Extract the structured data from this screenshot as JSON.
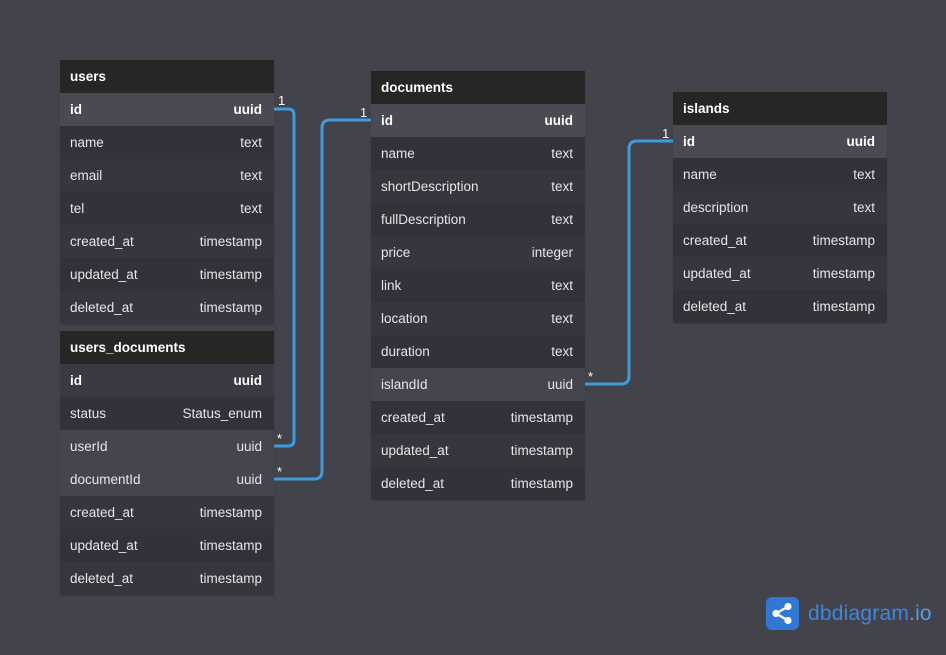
{
  "tables": {
    "users": {
      "name": "users",
      "columns": [
        {
          "name": "id",
          "type": "uuid"
        },
        {
          "name": "name",
          "type": "text"
        },
        {
          "name": "email",
          "type": "text"
        },
        {
          "name": "tel",
          "type": "text"
        },
        {
          "name": "created_at",
          "type": "timestamp"
        },
        {
          "name": "updated_at",
          "type": "timestamp"
        },
        {
          "name": "deleted_at",
          "type": "timestamp"
        }
      ]
    },
    "users_documents": {
      "name": "users_documents",
      "columns": [
        {
          "name": "id",
          "type": "uuid"
        },
        {
          "name": "status",
          "type": "Status_enum"
        },
        {
          "name": "userId",
          "type": "uuid"
        },
        {
          "name": "documentId",
          "type": "uuid"
        },
        {
          "name": "created_at",
          "type": "timestamp"
        },
        {
          "name": "updated_at",
          "type": "timestamp"
        },
        {
          "name": "deleted_at",
          "type": "timestamp"
        }
      ]
    },
    "documents": {
      "name": "documents",
      "columns": [
        {
          "name": "id",
          "type": "uuid"
        },
        {
          "name": "name",
          "type": "text"
        },
        {
          "name": "shortDescription",
          "type": "text"
        },
        {
          "name": "fullDescription",
          "type": "text"
        },
        {
          "name": "price",
          "type": "integer"
        },
        {
          "name": "link",
          "type": "text"
        },
        {
          "name": "location",
          "type": "text"
        },
        {
          "name": "duration",
          "type": "text"
        },
        {
          "name": "islandId",
          "type": "uuid"
        },
        {
          "name": "created_at",
          "type": "timestamp"
        },
        {
          "name": "updated_at",
          "type": "timestamp"
        },
        {
          "name": "deleted_at",
          "type": "timestamp"
        }
      ]
    },
    "islands": {
      "name": "islands",
      "columns": [
        {
          "name": "id",
          "type": "uuid"
        },
        {
          "name": "name",
          "type": "text"
        },
        {
          "name": "description",
          "type": "text"
        },
        {
          "name": "created_at",
          "type": "timestamp"
        },
        {
          "name": "updated_at",
          "type": "timestamp"
        },
        {
          "name": "deleted_at",
          "type": "timestamp"
        }
      ]
    }
  },
  "relations": [
    {
      "from": "users.id",
      "from_card": "1",
      "to": "users_documents.userId",
      "to_card": "*"
    },
    {
      "from": "documents.id",
      "from_card": "1",
      "to": "users_documents.documentId",
      "to_card": "*"
    },
    {
      "from": "islands.id",
      "from_card": "1",
      "to": "documents.islandId",
      "to_card": "*"
    }
  ],
  "colors": {
    "background": "#43434b",
    "header": "#262626",
    "relation_line": "#3e9bdc",
    "brand": "#3d87e0"
  },
  "brand": {
    "name": "dbdiagram",
    "suffix": ".io",
    "icon": "share-nodes-icon"
  }
}
